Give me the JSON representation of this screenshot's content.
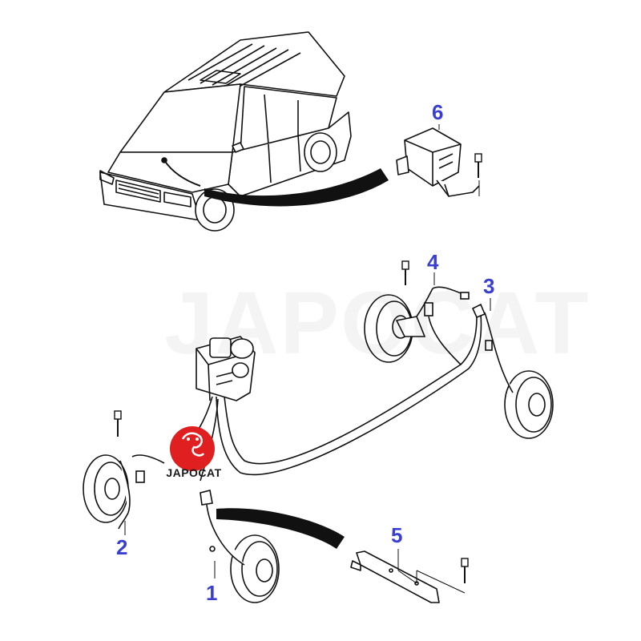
{
  "colors": {
    "callout": "#3a3fd0",
    "line": "#111111",
    "logo_red": "#e02020",
    "harness": "#111111"
  },
  "watermark": {
    "text": "JAPOCAT"
  },
  "logo": {
    "text": "JAPOCAT",
    "icon": "cat-face-icon"
  },
  "callouts": [
    {
      "id": "1",
      "label": "1"
    },
    {
      "id": "2",
      "label": "2"
    },
    {
      "id": "3",
      "label": "3"
    },
    {
      "id": "4",
      "label": "4"
    },
    {
      "id": "5",
      "label": "5"
    },
    {
      "id": "6",
      "label": "6"
    }
  ],
  "parts": [
    "vehicle-outline",
    "yaw-rate-sensor-module",
    "abs-hydraulic-unit",
    "front-left-wheel-speed-sensor",
    "front-right-wheel-speed-sensor",
    "rear-left-wheel-speed-sensor",
    "rear-right-wheel-speed-sensor",
    "mounting-bracket",
    "bolts"
  ]
}
